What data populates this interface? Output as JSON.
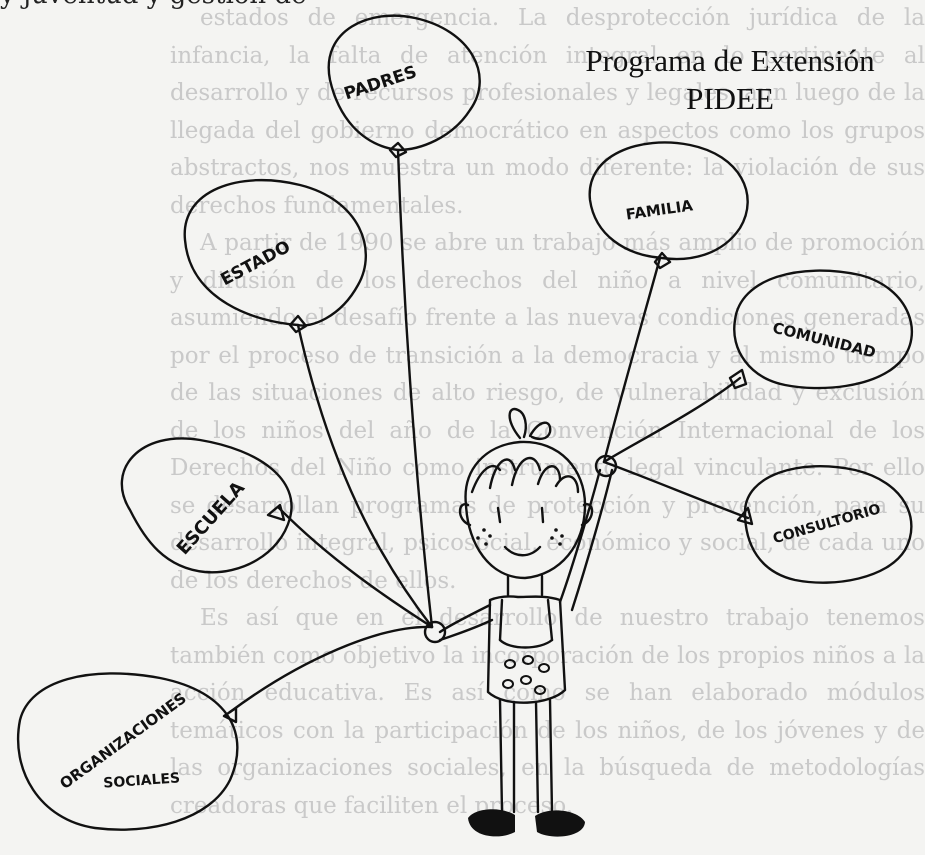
{
  "top_line": "y juventud y gestión de",
  "heading": {
    "line1": "Programa  de Extensión",
    "line2": "PIDEE"
  },
  "balloons": {
    "padres": "PADRES",
    "estado": "ESTADO",
    "familia": "FAMILIA",
    "comunidad": "COMUNIDAD",
    "escuela": "ESCUELA",
    "consultorio": "CONSULTORIO",
    "organizaciones_1": "ORGANIZACIONES",
    "organizaciones_2": "SOCIALES"
  },
  "background_text": [
    "estados de emergencia. La desprotección jurídica de la infancia, la falta de atención integral en lo pertinente al desarrollo y de recursos profesionales y legales, aun luego de la llegada del gobierno democrático en aspectos como los grupos abstractos, nos muestra un modo diferente: la violación de sus derechos fundamentales.",
    "A partir de 1990 se abre un trabajo más amplio de promoción y difusión de los derechos del niño a nivel comunitario, asumiendo el desafío frente a las nuevas condiciones generadas por el proceso de transición a la democracia y al mismo tiempo de las situaciones de alto riesgo, de vulnerabilidad y exclusión de los niños del año de la Convención Internacional de los Derechos del Niño como instrumento legal vinculante. Por ello se desarrollan programas de protección y prevención, para su desarrollo integral, psicosocial, económico y social, de cada uno de los derechos de ellos.",
    "Es así que en el desarrollo de nuestro trabajo tenemos también como objetivo la incorporación de los propios niños a la acción educativa. Es así como se han elaborado módulos temáticos con la participación de los niños, de los jóvenes y de las organizaciones sociales, en la búsqueda de metodologías creadoras que faciliten el proceso."
  ]
}
